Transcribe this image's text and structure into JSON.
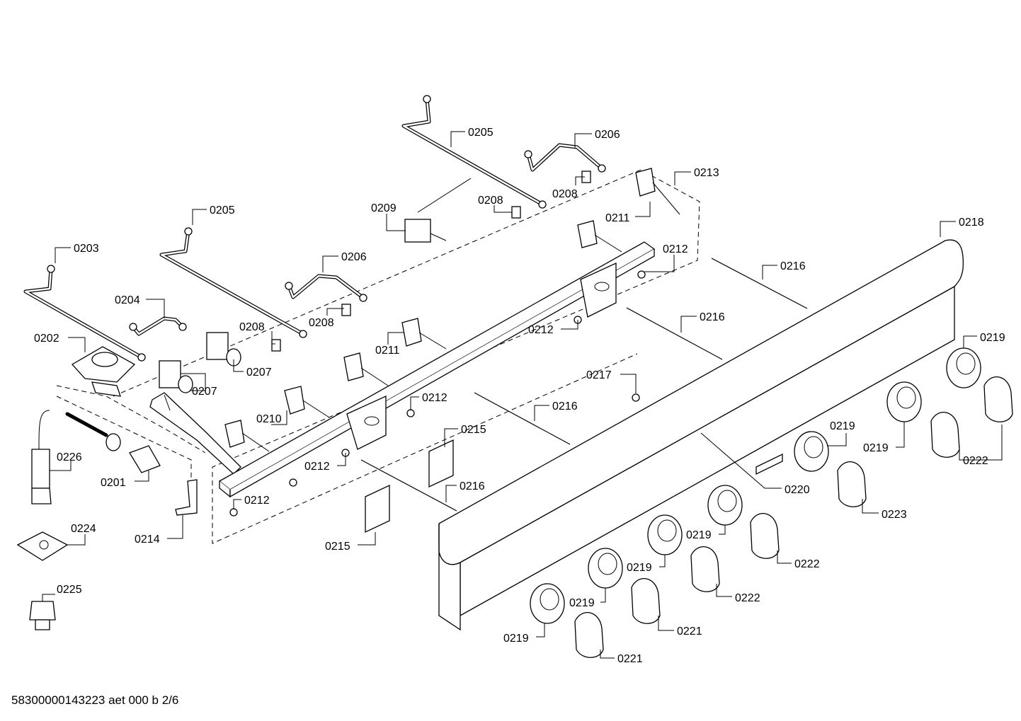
{
  "document": {
    "footer_code": "58300000143223 aet 000 b 2/6"
  },
  "callouts": [
    {
      "id": "c-0205-a",
      "label": "0205"
    },
    {
      "id": "c-0206-a",
      "label": "0206"
    },
    {
      "id": "c-0213",
      "label": "0213"
    },
    {
      "id": "c-0208-a",
      "label": "0208"
    },
    {
      "id": "c-0209",
      "label": "0209"
    },
    {
      "id": "c-0208-b",
      "label": "0208"
    },
    {
      "id": "c-0211-a",
      "label": "0211"
    },
    {
      "id": "c-0218",
      "label": "0218"
    },
    {
      "id": "c-0205-b",
      "label": "0205"
    },
    {
      "id": "c-0212-a",
      "label": "0212"
    },
    {
      "id": "c-0203",
      "label": "0203"
    },
    {
      "id": "c-0206-b",
      "label": "0206"
    },
    {
      "id": "c-0216-a",
      "label": "0216"
    },
    {
      "id": "c-0204",
      "label": "0204"
    },
    {
      "id": "c-0208-c",
      "label": "0208"
    },
    {
      "id": "c-0216-b",
      "label": "0216"
    },
    {
      "id": "c-0208-d",
      "label": "0208"
    },
    {
      "id": "c-0212-b",
      "label": "0212"
    },
    {
      "id": "c-0202",
      "label": "0202"
    },
    {
      "id": "c-0211-b",
      "label": "0211"
    },
    {
      "id": "c-0219-a",
      "label": "0219"
    },
    {
      "id": "c-0207-a",
      "label": "0207"
    },
    {
      "id": "c-0217",
      "label": "0217"
    },
    {
      "id": "c-0207-b",
      "label": "0207"
    },
    {
      "id": "c-0212-c",
      "label": "0212"
    },
    {
      "id": "c-0216-c",
      "label": "0216"
    },
    {
      "id": "c-0210",
      "label": "0210"
    },
    {
      "id": "c-0219-b",
      "label": "0219"
    },
    {
      "id": "c-0215-a",
      "label": "0215"
    },
    {
      "id": "c-0219-c",
      "label": "0219"
    },
    {
      "id": "c-0226",
      "label": "0226"
    },
    {
      "id": "c-0222-a",
      "label": "0222"
    },
    {
      "id": "c-0212-d",
      "label": "0212"
    },
    {
      "id": "c-0201",
      "label": "0201"
    },
    {
      "id": "c-0216-d",
      "label": "0216"
    },
    {
      "id": "c-0220",
      "label": "0220"
    },
    {
      "id": "c-0212-e",
      "label": "0212"
    },
    {
      "id": "c-0223",
      "label": "0223"
    },
    {
      "id": "c-0224",
      "label": "0224"
    },
    {
      "id": "c-0214",
      "label": "0214"
    },
    {
      "id": "c-0219-d",
      "label": "0219"
    },
    {
      "id": "c-0215-b",
      "label": "0215"
    },
    {
      "id": "c-0222-b",
      "label": "0222"
    },
    {
      "id": "c-0219-e",
      "label": "0219"
    },
    {
      "id": "c-0225",
      "label": "0225"
    },
    {
      "id": "c-0222-c",
      "label": "0222"
    },
    {
      "id": "c-0219-f",
      "label": "0219"
    },
    {
      "id": "c-0221-a",
      "label": "0221"
    },
    {
      "id": "c-0219-g",
      "label": "0219"
    },
    {
      "id": "c-0221-b",
      "label": "0221"
    }
  ]
}
